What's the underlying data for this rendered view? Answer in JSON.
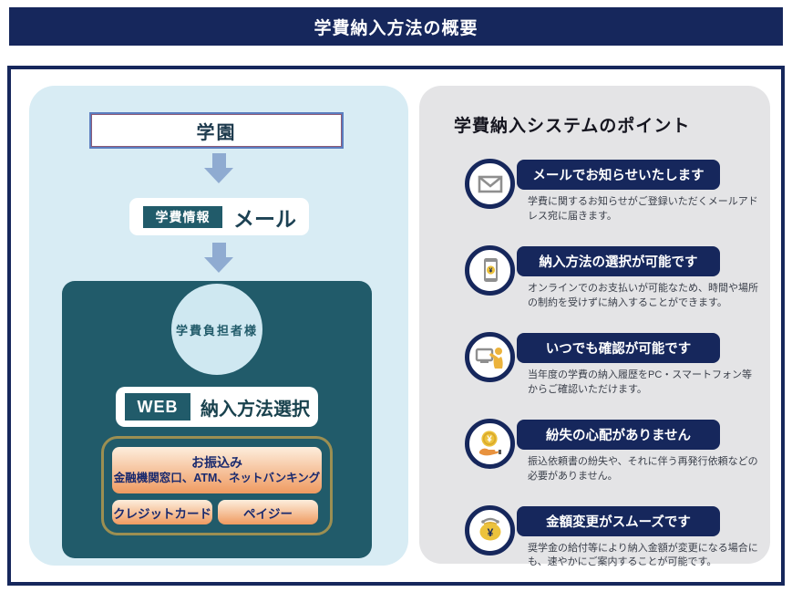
{
  "banner": {
    "title": "学費納入方法の概要"
  },
  "flow": {
    "school_label": "学園",
    "mail_badge": {
      "tag": "学費情報",
      "label": "メール"
    },
    "payer_label": "学費負担者様",
    "web_badge": {
      "tag": "WEB",
      "label": "納入方法選択"
    },
    "methods": {
      "transfer_title": "お振込み",
      "transfer_sub": "金融機関窓口、ATM、ネットバンキング",
      "credit_card": "クレジットカード",
      "payeasy": "ペイジー"
    }
  },
  "points": {
    "heading": "学費納入システムのポイント",
    "items": [
      {
        "icon": "mail-icon",
        "title": "メールでお知らせいたします",
        "desc": "学費に関するお知らせがご登録いただくメールアドレス宛に届きます。"
      },
      {
        "icon": "smartphone-payment-icon",
        "title": "納入方法の選択が可能です",
        "desc": "オンラインでのお支払いが可能なため、時間や場所の制約を受けずに納入することができます。"
      },
      {
        "icon": "pc-person-icon",
        "title": "いつでも確認が可能です",
        "desc": "当年度の学費の納入履歴をPC・スマートフォン等からご確認いただけます。"
      },
      {
        "icon": "coin-hand-icon",
        "title": "紛失の心配がありません",
        "desc": "振込依頼書の紛失や、それに伴う再発行依頼などの必要がありません。"
      },
      {
        "icon": "purse-icon",
        "title": "金額変更がスムーズです",
        "desc": "奨学金の給付等により納入金額が変更になる場合にも、速やかにご案内することが可能です。"
      }
    ]
  },
  "colors": {
    "navy": "#16275c",
    "teal": "#215b6a",
    "panel_blue": "#d8ecf4",
    "panel_gray": "#e4e4e6",
    "arrow_blue": "#8fabd1",
    "gold_border": "#9c8f52",
    "orange_gradient_top": "#fdeedd",
    "orange_gradient_bottom": "#ef9a60",
    "orange_text_navy": "#1a2a6e"
  }
}
